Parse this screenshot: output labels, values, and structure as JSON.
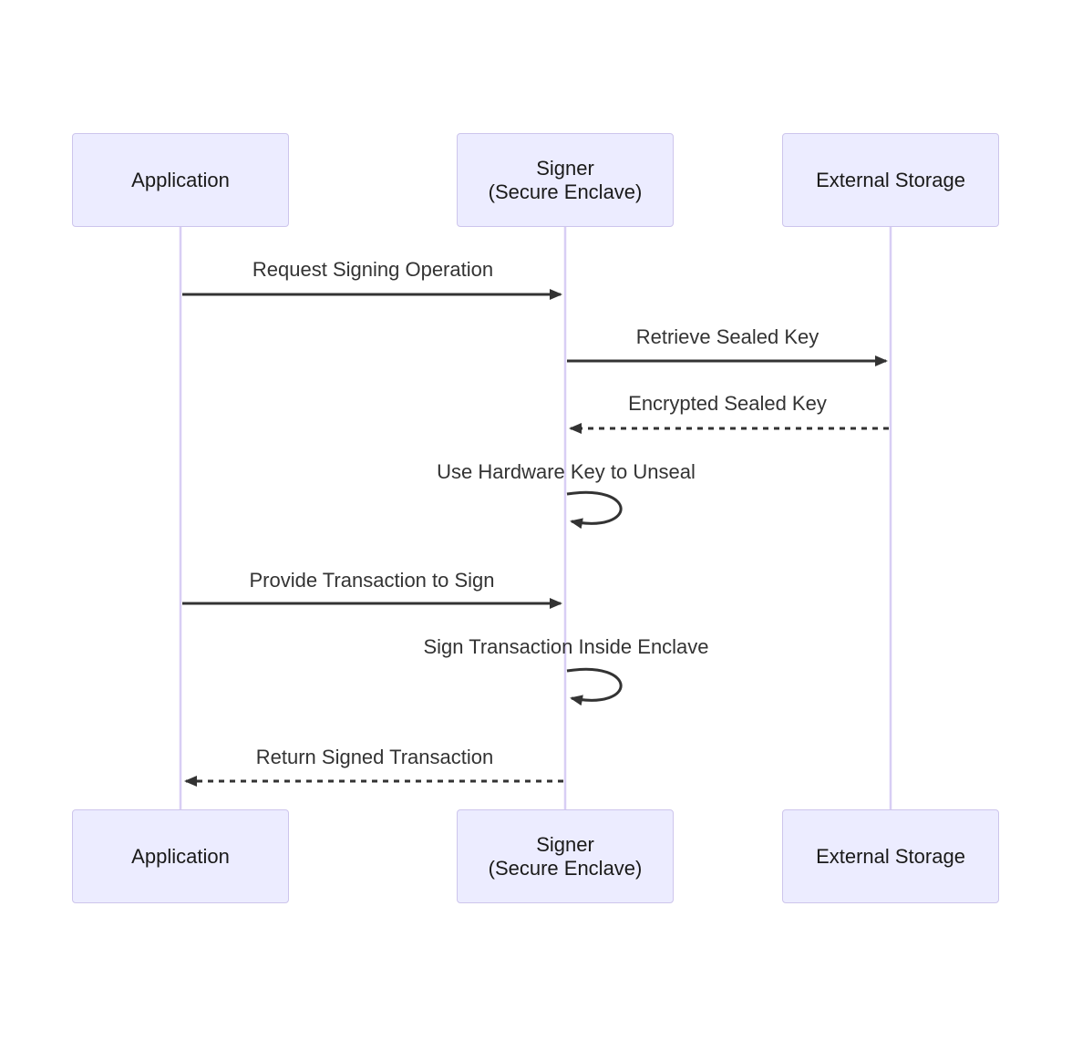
{
  "diagram": {
    "type": "sequence",
    "colors": {
      "background": "#ffffff",
      "actor_fill": "#ECECFF",
      "actor_border": "#CDC5EC",
      "actor_text": "#1a1a1a",
      "lifeline": "#D8CEF4",
      "arrow": "#333333",
      "message_text": "#333333"
    },
    "actors": [
      {
        "id": "application",
        "label": "Application"
      },
      {
        "id": "signer",
        "label": "Signer\n(Secure Enclave)"
      },
      {
        "id": "external-storage",
        "label": "External Storage"
      }
    ],
    "messages": [
      {
        "from": "application",
        "to": "signer",
        "text": "Request Signing Operation",
        "style": "solid"
      },
      {
        "from": "signer",
        "to": "external-storage",
        "text": "Retrieve Sealed Key",
        "style": "solid"
      },
      {
        "from": "external-storage",
        "to": "signer",
        "text": "Encrypted Sealed Key",
        "style": "dashed"
      },
      {
        "from": "signer",
        "to": "signer",
        "text": "Use Hardware Key to Unseal",
        "style": "self-loop"
      },
      {
        "from": "application",
        "to": "signer",
        "text": "Provide Transaction to Sign",
        "style": "solid"
      },
      {
        "from": "signer",
        "to": "signer",
        "text": "Sign Transaction Inside Enclave",
        "style": "self-loop"
      },
      {
        "from": "signer",
        "to": "application",
        "text": "Return Signed Transaction",
        "style": "dashed"
      }
    ]
  }
}
